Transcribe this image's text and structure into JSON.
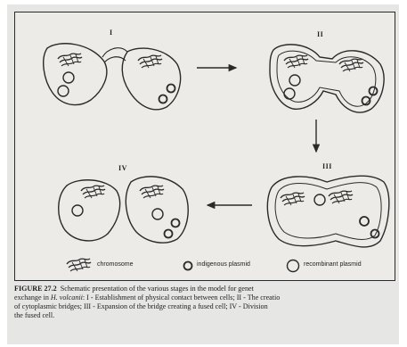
{
  "figure": {
    "stages": {
      "s1": "I",
      "s2": "II",
      "s3": "III",
      "s4": "IV"
    },
    "legend": {
      "chromosome": "chromosome",
      "indigenous": "indigenous plasmid",
      "recombinant": "recombinant plasmid"
    }
  },
  "caption": {
    "title": "FIGURE 27.2",
    "l1_rest": "Schematic presentation of the various stages in the model for genet",
    "l2_a": "exchange in ",
    "l2_italic": "H. volcanii",
    "l2_b": ": I - Establishment of physical contact between cells; II - The creatio",
    "l3": "of cytoplasmic bridges; III - Expansion of the bridge creating a fused cell; IV - Division",
    "l4": "the fused cell."
  },
  "colors": {
    "ink": "#2a2a2a",
    "paper": "#ecebe7"
  }
}
